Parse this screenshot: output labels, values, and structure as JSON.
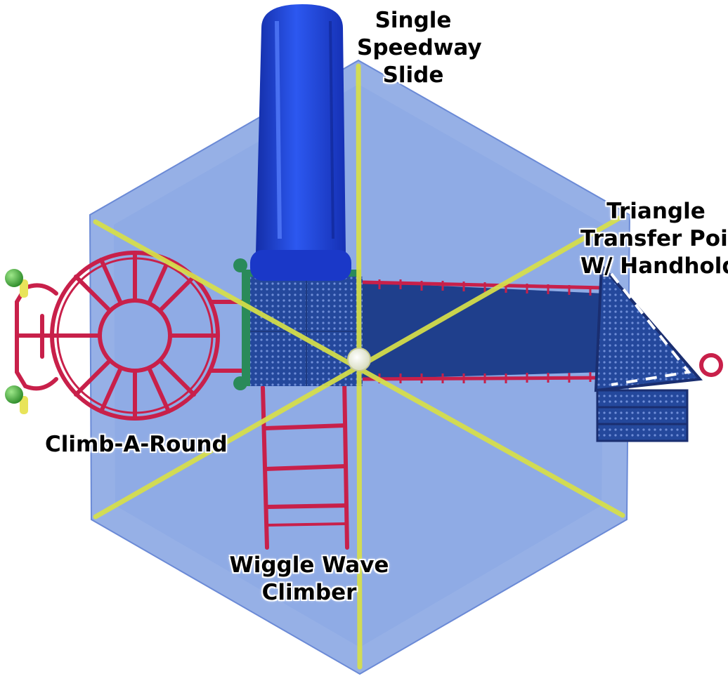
{
  "labels": {
    "slide": [
      "Single",
      "Speedway",
      "Slide"
    ],
    "transfer": [
      "Triangle",
      "Transfer Point",
      "W/ Handhold"
    ],
    "climb": [
      "Climb-A-Round"
    ],
    "wiggle": [
      "Wiggle Wave",
      "Climber"
    ]
  },
  "colors": {
    "hexagon_fill": "#7f9fe0",
    "hexagon_edge": "#6b8ad6",
    "axis_yellow": "#d8e048",
    "slide_blue": "#1b3fd0",
    "deck_blue": "#2a4fa8",
    "rail_red": "#c8204a",
    "ball_green": "#3aa832",
    "ball_yellow": "#e8e45a",
    "deck_green": "#2a8a5a"
  },
  "icons": {
    "slide": "tube-slide-icon",
    "climber": "ring-climber-icon",
    "ladder": "ladder-icon",
    "transfer": "transfer-platform-icon"
  }
}
